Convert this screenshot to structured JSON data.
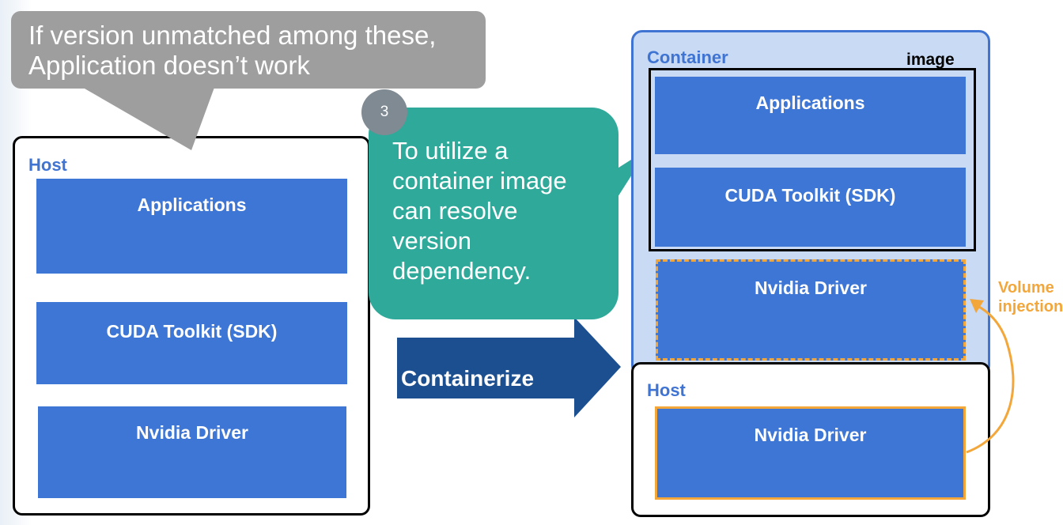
{
  "callout": {
    "line1": "If version unmatched among these,",
    "line2": "Application doesn’t work"
  },
  "badge": {
    "number": "3"
  },
  "teal_bubble": {
    "lines": [
      "To utilize a",
      "container image",
      "can resolve",
      "version",
      "dependency."
    ]
  },
  "arrow": {
    "label": "Containerize"
  },
  "host_left": {
    "label": "Host",
    "blocks": [
      "Applications",
      "CUDA Toolkit (SDK)",
      "Nvidia Driver"
    ]
  },
  "container": {
    "label": "Container",
    "image_label": "image",
    "blocks": [
      "Applications",
      "CUDA Toolkit (SDK)"
    ],
    "driver": "Nvidia Driver"
  },
  "host_right": {
    "label": "Host",
    "driver": "Nvidia Driver"
  },
  "volume": {
    "line1": "Volume",
    "line2": "injection"
  },
  "colors": {
    "block_blue": "#3d76d4",
    "container_fill": "#c8daf4",
    "label_blue": "#3f74d3",
    "teal": "#2ea99a",
    "grey_callout": "#9e9e9e",
    "orange": "#f3a73b",
    "arrow_navy": "#1c4f8f"
  }
}
